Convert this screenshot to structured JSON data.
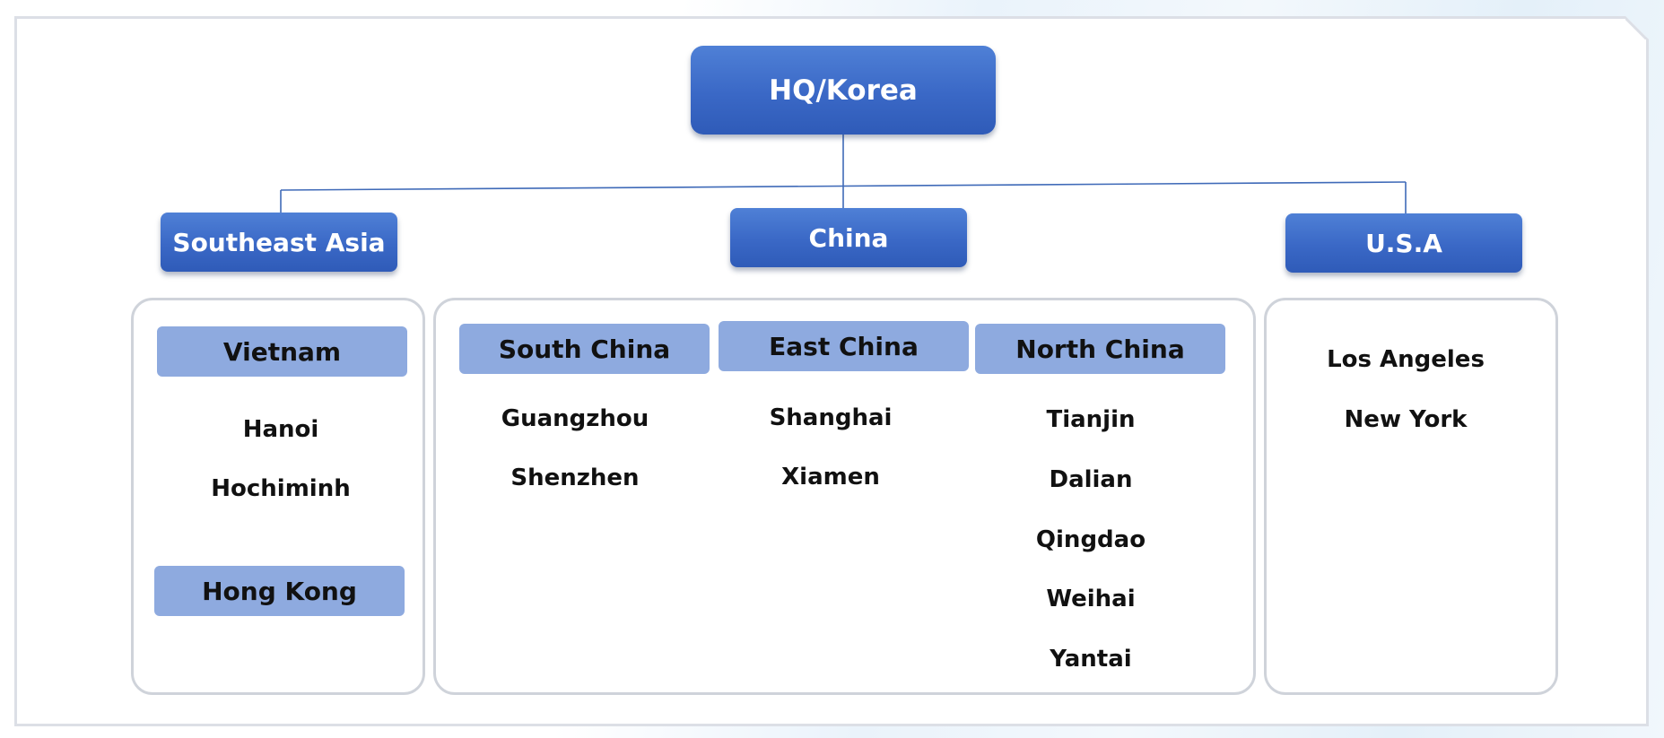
{
  "title": "HQ/Korea",
  "regions": {
    "southeast_asia": {
      "label": "Southeast Asia",
      "groups": [
        {
          "label": "Vietnam",
          "cities": [
            "Hanoi",
            "Hochiminh"
          ]
        },
        {
          "label": "Hong Kong",
          "cities": []
        }
      ]
    },
    "china": {
      "label": "China",
      "groups": [
        {
          "label": "South China",
          "cities": [
            "Guangzhou",
            "Shenzhen"
          ]
        },
        {
          "label": "East China",
          "cities": [
            "Shanghai",
            "Xiamen"
          ]
        },
        {
          "label": "North China",
          "cities": [
            "Tianjin",
            "Dalian",
            "Qingdao",
            "Weihai",
            "Yantai"
          ]
        }
      ]
    },
    "usa": {
      "label": "U.S.A",
      "cities": [
        "Los Angeles",
        "New York"
      ]
    }
  },
  "colors": {
    "node_primary": "#3a68c6",
    "node_secondary": "#8eaadf",
    "connector": "#3f6ab8",
    "box_border": "#cfd3da",
    "frame_border": "#dcdfe6"
  }
}
